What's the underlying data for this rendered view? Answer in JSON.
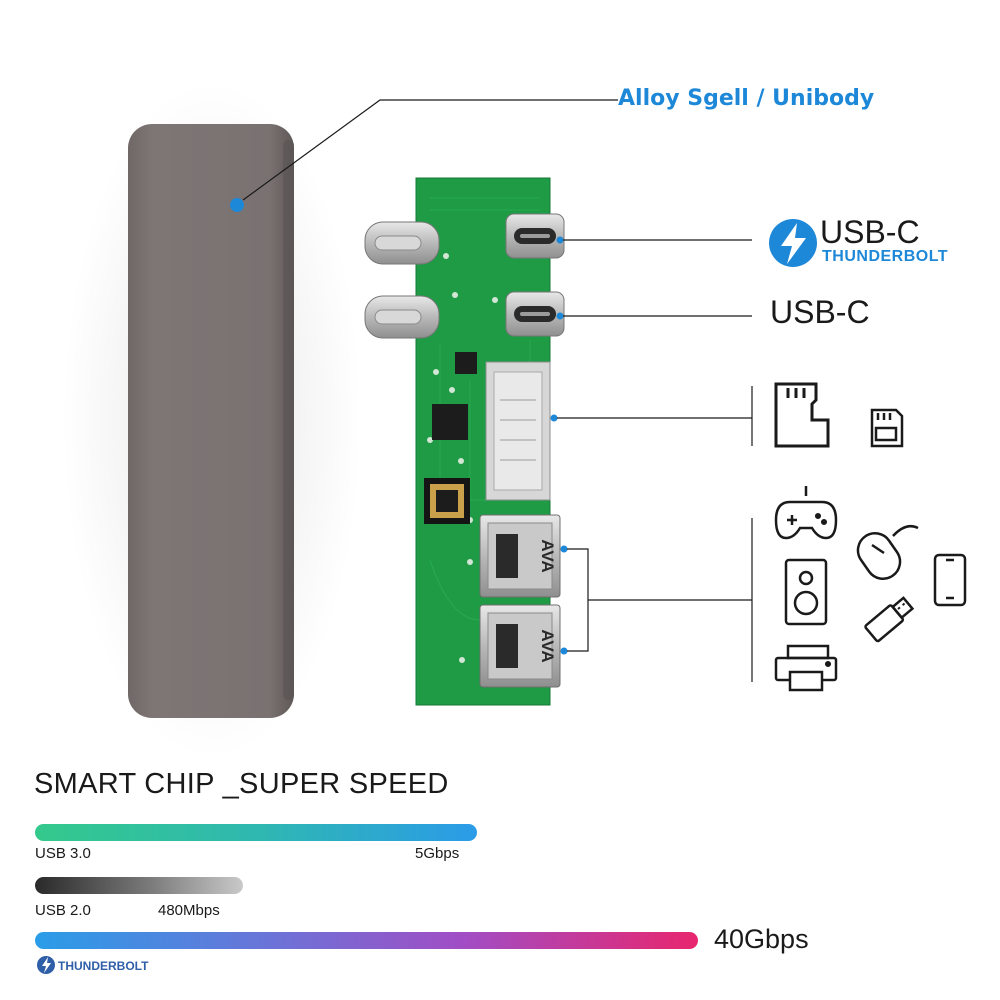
{
  "callouts": {
    "alloy_shell": "Alloy Sgell / Unibody",
    "usbc_thunderbolt": "USB-C",
    "usbc_thunderbolt_sub": "THUNDERBOLT",
    "usbc": "USB-C"
  },
  "port_labels": {
    "usb_a_top": "AVA",
    "usb_a_bottom": "AVA"
  },
  "speeds": {
    "headline": "SMART CHIP _SUPER SPEED",
    "usb3_label": "USB 3.0",
    "usb3_value": "5Gbps",
    "usb2_label": "USB 2.0",
    "usb2_value": "480Mbps",
    "thunderbolt_brand": "THUNDERBOLT",
    "thunderbolt_value": "40Gbps"
  },
  "icons": [
    "thunderbolt-icon",
    "micro-sd-card-icon",
    "sd-card-icon",
    "gamepad-icon",
    "mouse-icon",
    "smartphone-icon",
    "speaker-icon",
    "usb-flash-drive-icon",
    "printer-icon"
  ],
  "colors": {
    "accent_blue": "#1e88d8",
    "shell_gray": "#7b7372",
    "pcb_green": "#1f9a45",
    "usb3_bar_start": "#34c98c",
    "usb3_bar_end": "#2b9be8",
    "usb2_bar_start": "#2a2a2a",
    "usb2_bar_end": "#c9c9c9",
    "tb_bar_start": "#2a9de8",
    "tb_bar_end": "#e8266e"
  }
}
